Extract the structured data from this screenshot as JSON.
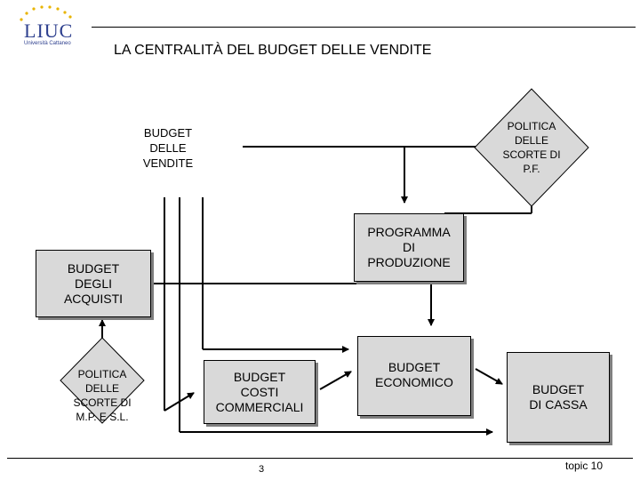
{
  "logo": {
    "name": "LIUC",
    "subtitle": "Università Cattaneo",
    "star_color": "#e8b400",
    "brand_color": "#2d3f8e"
  },
  "title": "LA CENTRALITÀ DEL BUDGET DELLE VENDITE",
  "nodes": {
    "budget_vendite": "BUDGET\nDELLE\nVENDITE",
    "politica_scorte_pf": "POLITICA\nDELLE\nSCORTE DI\nP.F.",
    "programma_produzione": "PROGRAMMA\nDI\nPRODUZIONE",
    "budget_acquisti": "BUDGET\nDEGLI\nACQUISTI",
    "politica_scorte_mp": "POLITICA\nDELLE\nSCORTE DI\nM.P. E S.L.",
    "budget_costi_commerciali": "BUDGET\nCOSTI\nCOMMERCIALI",
    "budget_economico": "BUDGET\nECONOMICO",
    "budget_cassa": "BUDGET\nDI CASSA"
  },
  "footer": {
    "page_number": "3",
    "topic": "topic 10"
  }
}
